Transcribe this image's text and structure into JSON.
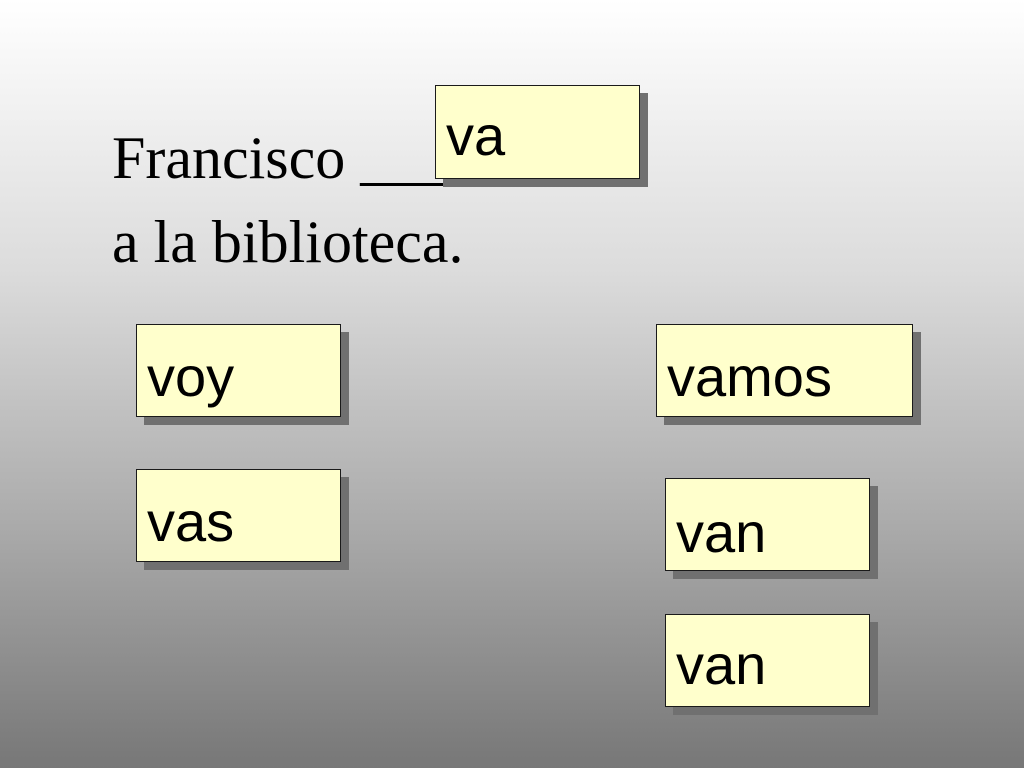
{
  "slide": {
    "sentence_start": "Francisco",
    "blank": "_________",
    "sentence_end": "a la biblioteca."
  },
  "cards": {
    "answer": "va",
    "voy": "voy",
    "vas": "vas",
    "vamos": "vamos",
    "van_1": "van",
    "van_2": "van"
  },
  "colors": {
    "card_fill": "#ffffcc",
    "card_shadow": "#707070",
    "card_border": "#1a1a1a"
  }
}
